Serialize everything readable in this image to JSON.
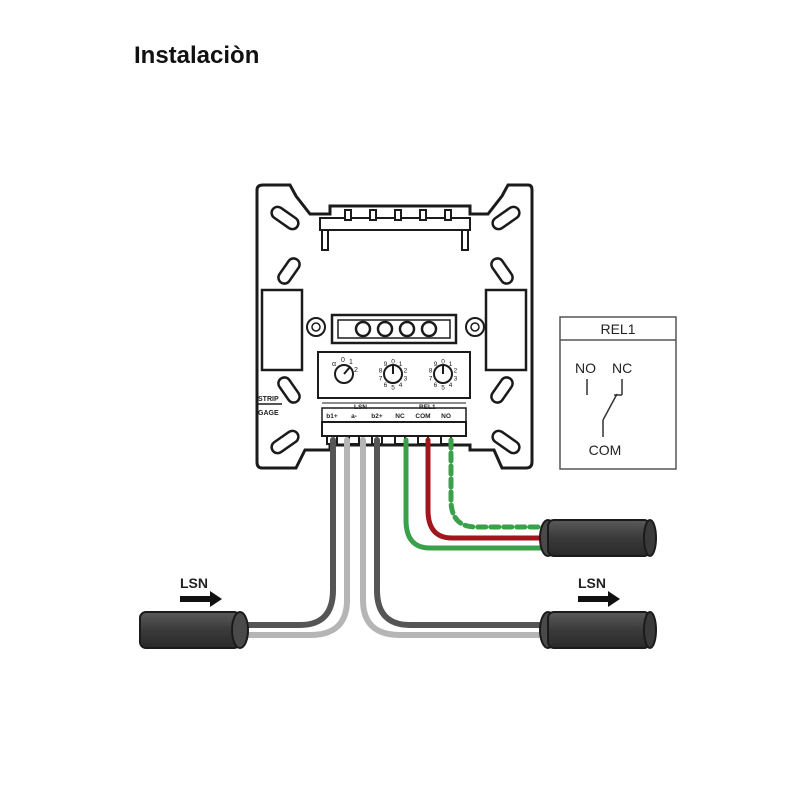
{
  "title": "Instalaciòn",
  "module": {
    "strip_label": "STRIP",
    "gage_label": "GAGE",
    "lsn_group_label": "LSN",
    "rel_group_label": "REL1",
    "terminals": [
      "b1+",
      "a-",
      "b2+",
      "NC",
      "COM",
      "NO"
    ],
    "dial_left_digits": [
      "α",
      "0",
      "1",
      "2"
    ],
    "dial_mid_digits": [
      "9",
      "0",
      "1",
      "2",
      "3",
      "4",
      "5",
      "6",
      "7",
      "8"
    ],
    "dial_right_digits": [
      "9",
      "0",
      "1",
      "2",
      "3",
      "4",
      "5",
      "6",
      "7",
      "8"
    ]
  },
  "relay_box": {
    "title": "REL1",
    "no": "NO",
    "nc": "NC",
    "com": "COM"
  },
  "cables": {
    "lsn_left": "LSN",
    "lsn_right": "LSN"
  },
  "colors": {
    "wire_dark": "#555555",
    "wire_light": "#b5b5b5",
    "wire_green": "#3aa04a",
    "wire_red": "#a0161b",
    "cable_fill": "#3f3f3f"
  }
}
